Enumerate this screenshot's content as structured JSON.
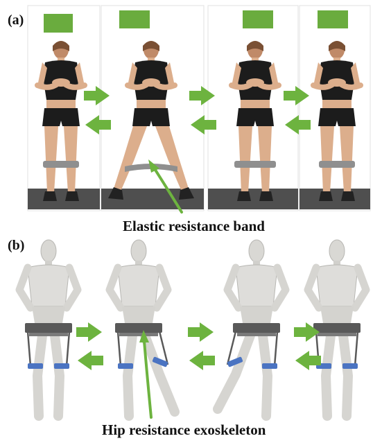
{
  "panels": [
    {
      "id": "a",
      "label": "(a)",
      "caption": "Elastic resistance band"
    },
    {
      "id": "b",
      "label": "(b)",
      "caption": "Hip resistance exoskeleton"
    }
  ],
  "colors": {
    "arrow_green": "#6db33f",
    "face_mask_green": "#6aac3e",
    "top_black": "#1c1c1c",
    "skin": "#dcae8c",
    "band_gray": "#8f8f8f",
    "mat_gray": "#4f4f4f",
    "mannequin": "#d9d8d4",
    "exo_frame": "#595959",
    "exo_strap_blue": "#4b74c2"
  },
  "icons": {
    "arrow_right": "right-arrow-icon",
    "arrow_left": "left-arrow-icon",
    "annotation_pointer": "pointer-arrow-icon"
  }
}
